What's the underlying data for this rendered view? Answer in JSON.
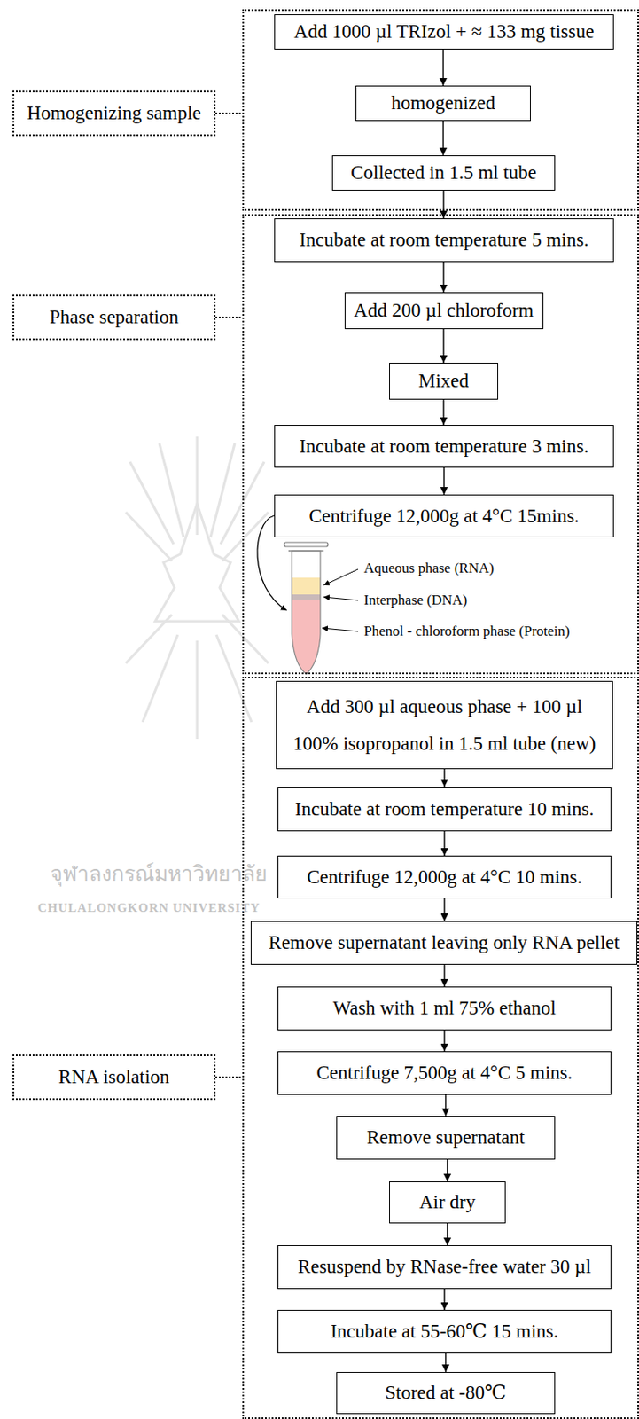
{
  "diagram": {
    "nodes": [
      {
        "text": [
          "Homogenizing sample"
        ]
      },
      {
        "text": [
          "Add 1000 µl TRIzol + ≈ 133 mg tissue"
        ],
        "in": 0
      },
      {
        "text": [
          "homogenized"
        ],
        "in": 0
      },
      {
        "text": [
          "Collected in 1.5 ml tube"
        ],
        "in": 0
      },
      {
        "text": [
          "Phase separation"
        ]
      },
      {
        "text": [
          "Incubate at room temperature 5 mins."
        ],
        "in": 4
      },
      {
        "text": [
          "Add 200 µl chloroform"
        ],
        "in": 4
      },
      {
        "text": [
          "Mixed"
        ],
        "in": 4
      },
      {
        "text": [
          "Incubate at room temperature 3 mins."
        ],
        "in": 4
      },
      {
        "text": [
          "Centrifuge 12,000g at 4°C 15mins."
        ],
        "in": 4
      },
      {
        "text": [
          "RNA isolation"
        ]
      },
      {
        "text": [
          "Add 300 µl aqueous phase + 100 µl 100% isopropanol in 1.5 ml tube (new)"
        ],
        "in": 10
      },
      {
        "text": [
          "Incubate at room temperature 10 mins."
        ],
        "in": 10
      },
      {
        "text": [
          "Centrifuge 12,000g at 4°C 10 mins."
        ],
        "in": 10
      },
      {
        "text": [
          "Remove supernatant leaving only RNA pellet"
        ],
        "in": 10
      },
      {
        "text": [
          "Wash with 1 ml 75% ethanol"
        ],
        "in": 10
      },
      {
        "text": [
          "Centrifuge 7,500g at 4°C 5 mins."
        ],
        "in": 10
      },
      {
        "text": [
          "Remove supernatant"
        ],
        "in": 10
      },
      {
        "text": [
          "Air dry"
        ],
        "in": 10
      },
      {
        "text": [
          "Resuspend by RNase-free water 30 µl"
        ],
        "in": 10
      },
      {
        "text": [
          "Incubate at 55-60℃ 15 mins."
        ],
        "in": 10
      },
      {
        "text": [
          "Stored at -80℃"
        ],
        "in": 10
      }
    ],
    "edges": [
      {
        "from": 1,
        "to": 2,
        "arrow": "to"
      },
      {
        "from": 2,
        "to": 3,
        "arrow": "to"
      },
      {
        "from": 3,
        "to": 5,
        "arrow": "to"
      },
      {
        "from": 5,
        "to": 6,
        "arrow": "to"
      },
      {
        "from": 6,
        "to": 7,
        "arrow": "to"
      },
      {
        "from": 7,
        "to": 8,
        "arrow": "to"
      },
      {
        "from": 8,
        "to": 9,
        "arrow": "to"
      },
      {
        "from": 11,
        "to": 12,
        "arrow": "to"
      },
      {
        "from": 12,
        "to": 13,
        "arrow": "to"
      },
      {
        "from": 13,
        "to": 14,
        "arrow": "to"
      },
      {
        "from": 14,
        "to": 15,
        "arrow": "to"
      },
      {
        "from": 15,
        "to": 16,
        "arrow": "to"
      },
      {
        "from": 16,
        "to": 17,
        "arrow": "to"
      },
      {
        "from": 17,
        "to": 18,
        "arrow": "to"
      },
      {
        "from": 18,
        "to": 19,
        "arrow": "to"
      },
      {
        "from": 19,
        "to": 20,
        "arrow": "to"
      },
      {
        "from": 20,
        "to": 21,
        "arrow": "to"
      }
    ],
    "labels": [
      "Aqueous phase (RNA)",
      "Interphase (DNA)",
      "Phenol - chloroform phase (Protein)",
      "จุฬาลงกรณ์มหาวิทยาลัย",
      "CHULALONGKORN UNIVERSITY"
    ]
  }
}
